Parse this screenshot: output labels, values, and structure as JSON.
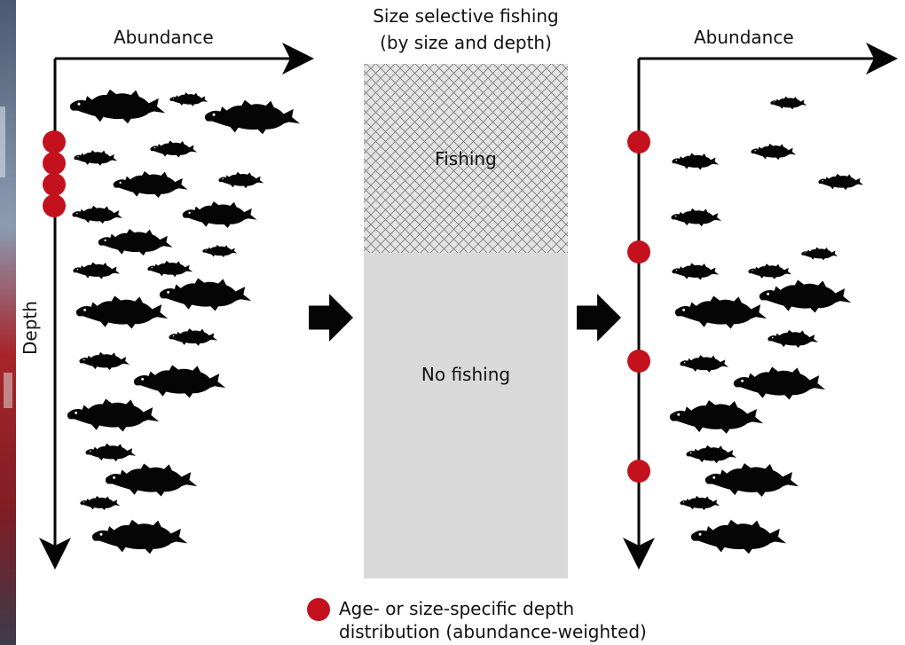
{
  "left_panel": {
    "x_axis_label": "Abundance",
    "y_axis_label": "Depth"
  },
  "middle_panel": {
    "title_line1": "Size selective fishing",
    "title_line2": "(by size and depth)",
    "fishing_zone_label": "Fishing",
    "no_fishing_zone_label": "No fishing"
  },
  "right_panel": {
    "x_axis_label": "Abundance"
  },
  "legend": {
    "line1": "Age- or size-specific depth",
    "line2": "distribution (abundance-weighted)"
  },
  "colors": {
    "marker_red": "#c4111e",
    "fish_black": "#050505",
    "panel_grey": "#d9d9d9",
    "net_line": "#7a7a7a",
    "photo_red": "#a8242a",
    "photo_blue": "#3b4f6e"
  },
  "icons": {
    "fish": "fish-silhouette-icon",
    "arrow": "right-block-arrow-icon",
    "marker": "red-dot-marker-icon"
  }
}
